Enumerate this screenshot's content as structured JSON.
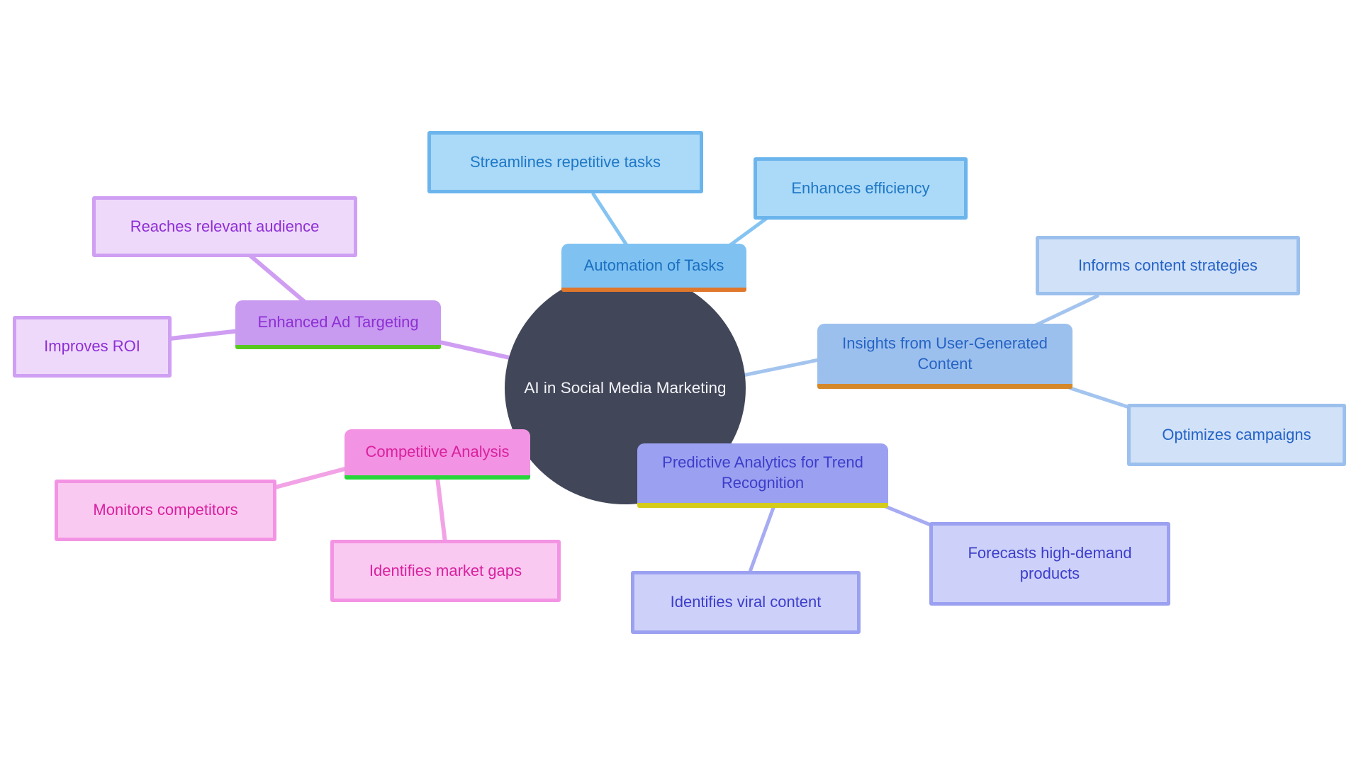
{
  "diagram": {
    "type": "mind-map",
    "title": "AI in Social Media Marketing",
    "background": "#ffffff",
    "center": {
      "fill": "#414659",
      "text_color": "#f2f3f7"
    },
    "branches": [
      {
        "label": "Automation of Tasks",
        "children": [
          "Streamlines repetitive tasks",
          "Enhances efficiency"
        ],
        "colors": {
          "node_fill": "#7fc2f2",
          "node_text": "#1a6fc0",
          "underline": "#e0772b",
          "child_fill": "#abd9f8",
          "child_border": "#6cb5ec",
          "connector": "#85c4f2"
        }
      },
      {
        "label": "Insights from User-Generated Content",
        "children": [
          "Informs content strategies",
          "Optimizes campaigns"
        ],
        "colors": {
          "node_fill": "#9cc0ed",
          "node_text": "#2563c5",
          "underline": "#d4882a",
          "child_fill": "#d0e1f8",
          "child_border": "#9cc0ed",
          "connector": "#a3c4ee"
        }
      },
      {
        "label": "Enhanced Ad Targeting",
        "children": [
          "Reaches relevant audience",
          "Improves ROI"
        ],
        "colors": {
          "node_fill": "#c89af0",
          "node_text": "#8e2fd4",
          "underline": "#58c81e",
          "child_fill": "#eed9fb",
          "child_border": "#cf9ff3",
          "connector": "#cf9ef2"
        }
      },
      {
        "label": "Competitive Analysis",
        "children": [
          "Monitors competitors",
          "Identifies market gaps"
        ],
        "colors": {
          "node_fill": "#f393e3",
          "node_text": "#d9219e",
          "underline": "#27d43c",
          "child_fill": "#fac9f1",
          "child_border": "#f393e3",
          "connector": "#f2a3e6"
        }
      },
      {
        "label": "Predictive Analytics for Trend Recognition",
        "children": [
          "Identifies viral content",
          "Forecasts high-demand products"
        ],
        "colors": {
          "node_fill": "#9ba1f0",
          "node_text": "#3d3dcb",
          "underline": "#d4cb1a",
          "child_fill": "#cdd1f9",
          "child_border": "#9ba1f0",
          "connector": "#a6abf2"
        }
      }
    ]
  }
}
